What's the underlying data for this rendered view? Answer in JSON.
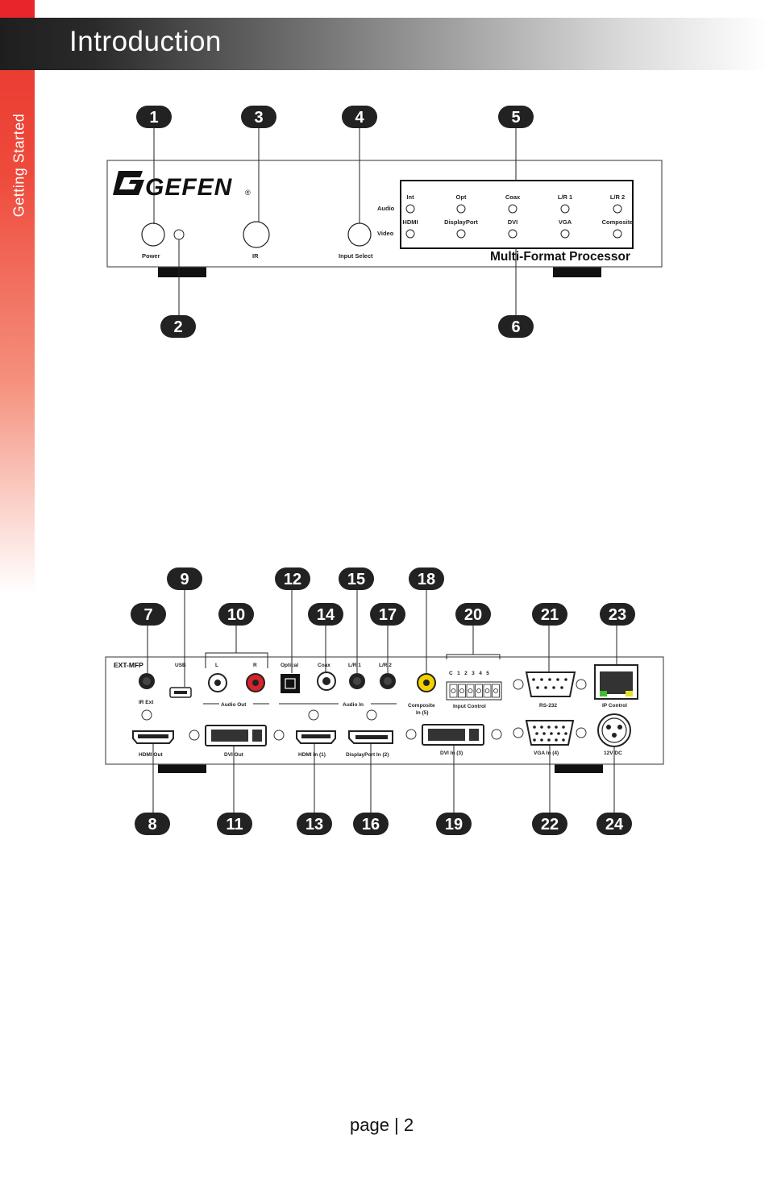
{
  "header": {
    "title": "Introduction",
    "section": "Getting Started"
  },
  "front_panel": {
    "brand": "GEFEN",
    "registered": "®",
    "model": "Multi-Format Processor",
    "labels": {
      "power": "Power",
      "ir": "IR",
      "input_select": "Input Select"
    },
    "rows": {
      "audio": "Audio",
      "video": "Video"
    },
    "audio_leds": [
      "Int",
      "Opt",
      "Coax",
      "L/R 1",
      "L/R 2"
    ],
    "video_leds": [
      "HDMI",
      "DisplayPort",
      "DVI",
      "VGA",
      "Composite"
    ],
    "callouts": [
      "1",
      "2",
      "3",
      "4",
      "5",
      "6"
    ]
  },
  "rear_panel": {
    "model": "EXT-MFP",
    "labels": {
      "usb": "USB",
      "l": "L",
      "r": "R",
      "optical": "Optical",
      "coax": "Coax",
      "lr1": "L/R 1",
      "lr2": "L/R 2",
      "ir_ext": "IR Ext",
      "audio_out": "Audio Out",
      "audio_in": "Audio In",
      "composite_l1": "Composite",
      "composite_l2": "In (5)",
      "input_control": "Input Control",
      "control_pins": "C   1   2   3   4   5",
      "rs232": "RS-232",
      "ip_control": "IP Control",
      "hdmi_out": "HDMI Out",
      "dvi_out": "DVI Out",
      "hdmi_in": "HDMI In (1)",
      "dp_in": "DisplayPort In (2)",
      "dvi_in": "DVI In (3)",
      "vga_in": "VGA In (4)",
      "power": "12V DC"
    },
    "callouts": [
      "7",
      "8",
      "9",
      "10",
      "11",
      "12",
      "13",
      "14",
      "15",
      "16",
      "17",
      "18",
      "19",
      "20",
      "21",
      "22",
      "23",
      "24"
    ]
  },
  "footer": {
    "page": "page | 2"
  }
}
